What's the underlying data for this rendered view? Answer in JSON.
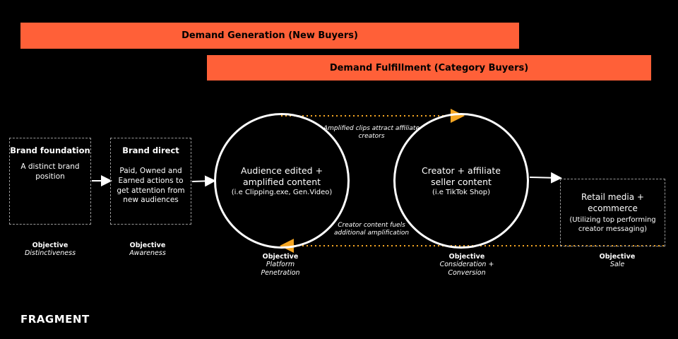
{
  "bars": {
    "generation": "Demand Generation (New Buyers)",
    "fulfillment": "Demand Fulfillment (Category Buyers)"
  },
  "nodes": {
    "foundation": {
      "title": "Brand foundation",
      "desc": "A distinct brand position"
    },
    "direct": {
      "title": "Brand direct",
      "desc": "Paid, Owned and Earned actions to get attention from new audiences"
    },
    "audience": {
      "title": "Audience edited + amplified content",
      "desc": "(i.e Clipping.exe, Gen.Video)"
    },
    "creator": {
      "title": "Creator + affiliate seller content",
      "desc": "(i.e TikTok Shop)"
    },
    "retail": {
      "title": "Retail media + ecommerce",
      "desc": "(Utilizing top performing creator messaging)"
    }
  },
  "flows": {
    "top": "Amplified clips attract affiliate creators",
    "bottom": "Creator content fuels additional amplification"
  },
  "objectives": [
    {
      "label": "Objective",
      "value": "Distinctiveness"
    },
    {
      "label": "Objective",
      "value": "Awareness"
    },
    {
      "label": "Objective",
      "value": "Platform Penetration"
    },
    {
      "label": "Objective",
      "value": "Consideration + Conversion"
    },
    {
      "label": "Objective",
      "value": "Sale"
    }
  ],
  "brand": {
    "logo": "FRAGMENT"
  },
  "colors": {
    "accent": "#ff6038",
    "background": "#000000",
    "dotted_flow": "#f5a623"
  }
}
